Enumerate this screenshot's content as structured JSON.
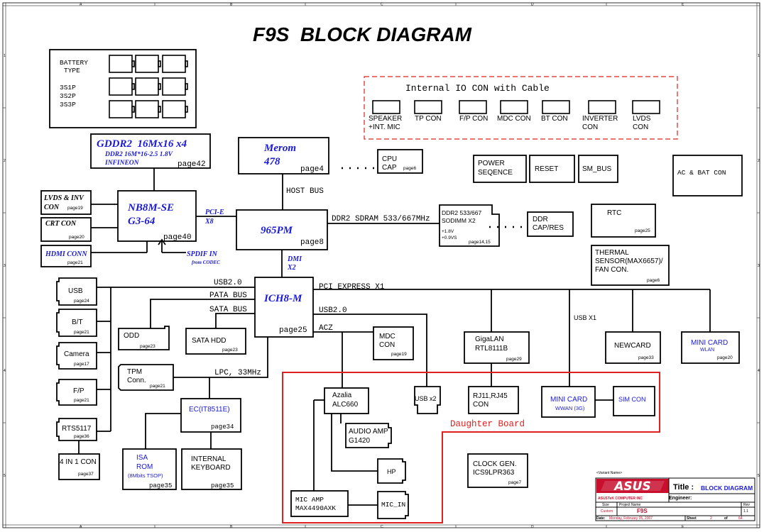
{
  "title": "F9S  BLOCK DIAGRAM",
  "battery": {
    "label1": "BATTERY",
    "label2": "TYPE",
    "configs": [
      "3S1P",
      "3S2P",
      "3S3P"
    ]
  },
  "io_con": {
    "title": "Internal IO CON with Cable",
    "items": [
      {
        "l1": "SPEAKER",
        "l2": "+INT. MIC"
      },
      {
        "l1": "TP CON",
        "l2": ""
      },
      {
        "l1": "F/P CON",
        "l2": ""
      },
      {
        "l1": "MDC CON",
        "l2": ""
      },
      {
        "l1": "BT CON",
        "l2": ""
      },
      {
        "l1": "INVERTER",
        "l2": "CON"
      },
      {
        "l1": "LVDS",
        "l2": "CON"
      }
    ]
  },
  "gddr2": {
    "name": "GDDR2  16Mx16 x4",
    "sub1": "DDR2 16M*16-2.5 1.8V",
    "sub2": "INFINEON",
    "page": "page42"
  },
  "merom": {
    "name1": "Merom",
    "name2": "478",
    "page": "page4"
  },
  "cpu_cap": {
    "l1": "CPU",
    "l2": "CAP",
    "page": "page6"
  },
  "power_seq": {
    "l1": "POWER",
    "l2": "SEQENCE"
  },
  "reset": "RESET",
  "sm_bus": "SM_BUS",
  "ac_bat": "AC & BAT CON",
  "lvds_inv": {
    "l1": "LVDS & INV",
    "l2": "CON",
    "page": "page19"
  },
  "crt_con": {
    "name": "CRT CON",
    "page": "page20"
  },
  "hdmi_conn": {
    "name": "HDMI CONN",
    "page": "page21"
  },
  "nb8m": {
    "l1": "NB8M-SE",
    "l2": "G3-64",
    "page": "page40"
  },
  "pcie_label": {
    "l1": "PCI-E",
    "l2": "X8"
  },
  "spdif": {
    "l1": "SPDIF IN",
    "l2": "from CODEC"
  },
  "host_bus": "HOST BUS",
  "pm965": {
    "name": "965PM",
    "page": "page8"
  },
  "ddr2_bus": "DDR2 SDRAM 533/667MHz",
  "sodimm": {
    "l1": "DDR2 533/667",
    "l2": "SODIMM X2",
    "l3": "+1.8V",
    "l4": "+0.9VS",
    "page": "page14,15"
  },
  "ddr_cap": {
    "l1": "DDR",
    "l2": "CAP/RES"
  },
  "rtc": {
    "name": "RTC",
    "page": "page25"
  },
  "thermal": {
    "l1": "THERMAL",
    "l2": "SENSOR(MAX6657)/",
    "l3": "FAN CON.",
    "page": "page6"
  },
  "dmi": {
    "l1": "DMI",
    "l2": "X2"
  },
  "usb20_left": "USB2.0",
  "pata_bus": "PATA BUS",
  "sata_bus": "SATA BUS",
  "pci_express": "PCI EXPRESS X1",
  "usb20_right": "USB2.0",
  "acz": "ACZ",
  "ich8m": {
    "name": "ICH8-M",
    "page": "page25"
  },
  "usb_port": {
    "name": "USB",
    "page": "page24"
  },
  "bt": {
    "name": "B/T",
    "page": "page21"
  },
  "camera": {
    "name": "Camera",
    "page": "page17"
  },
  "fp": {
    "name": "F/P",
    "page": "page21"
  },
  "rts5117": {
    "name": "RTS5117",
    "page": "page36"
  },
  "four_in_one": {
    "name": "4 IN 1 CON",
    "page": "page37"
  },
  "odd": {
    "name": "ODD",
    "page": "page23"
  },
  "sata_hdd": {
    "name": "SATA HDD",
    "page": "page23"
  },
  "tpm": {
    "l1": "TPM",
    "l2": "Conn.",
    "page": "page21"
  },
  "lpc": "LPC, 33MHz",
  "ec": {
    "name": "EC(IT8511E)",
    "page": "page34"
  },
  "isa_rom": {
    "l1": "ISA",
    "l2": "ROM",
    "l3": "(8Mbits TSOP)",
    "page": "page35"
  },
  "int_kb": {
    "l1": "INTERNAL",
    "l2": "KEYBOARD",
    "page": "page35"
  },
  "mdc_con": {
    "l1": "MDC",
    "l2": "CON",
    "page": "page19"
  },
  "gigalan": {
    "l1": "GigaLAN",
    "l2": "RTL8111B",
    "page": "page29"
  },
  "usb_x1": "USB X1",
  "newcard": {
    "name": "NEWCARD",
    "page": "page33"
  },
  "mini_wlan": {
    "l1": "MINI CARD",
    "l2": "WLAN",
    "page": "page20"
  },
  "daughter_board": "Daughter Board",
  "azalia": {
    "l1": "Azalia",
    "l2": "ALC660"
  },
  "usb_x2": "USB x2",
  "rj": {
    "l1": "RJ11,RJ45",
    "l2": "CON"
  },
  "mini_wwan": {
    "l1": "MINI CARD",
    "l2": "WWAN (3G)"
  },
  "sim_con": "SIM CON",
  "audio_amp": {
    "l1": "AUDIO AMP",
    "l2": "G1420"
  },
  "hp": "HP",
  "mic_amp": {
    "l1": "MIC AMP",
    "l2": "MAX4490AXK"
  },
  "mic_in": "MIC_IN",
  "clock_gen": {
    "l1": "CLOCK GEN.",
    "l2": "ICS9LPR363",
    "page": "page7"
  },
  "title_block": {
    "variant": "<Variant Name>",
    "logo": "ASUS",
    "title_label": "Title :",
    "title_value": "BLOCK DIAGRAM",
    "company": "ASUSTeK COMPUTER INC",
    "engineer": "Engineer:",
    "size_label": "Size",
    "size_value": "Custom",
    "project_label": "Project Name",
    "project_value": "F9S",
    "rev_label": "Rev",
    "rev_value": "1.1",
    "date_label": "Date:",
    "date_value": "Monday, February 05, 2007",
    "sheet_label": "Sheet",
    "sheet_value": "2",
    "of_label": "of",
    "of_value": "64"
  },
  "border_letters": [
    "A",
    "B",
    "C",
    "D",
    "E"
  ],
  "border_numbers": [
    "1",
    "2",
    "3",
    "4",
    "5"
  ],
  "colors": {
    "blue_text": "#1a1ad6",
    "red": "#e02020",
    "asus_red": "#c8102e"
  }
}
